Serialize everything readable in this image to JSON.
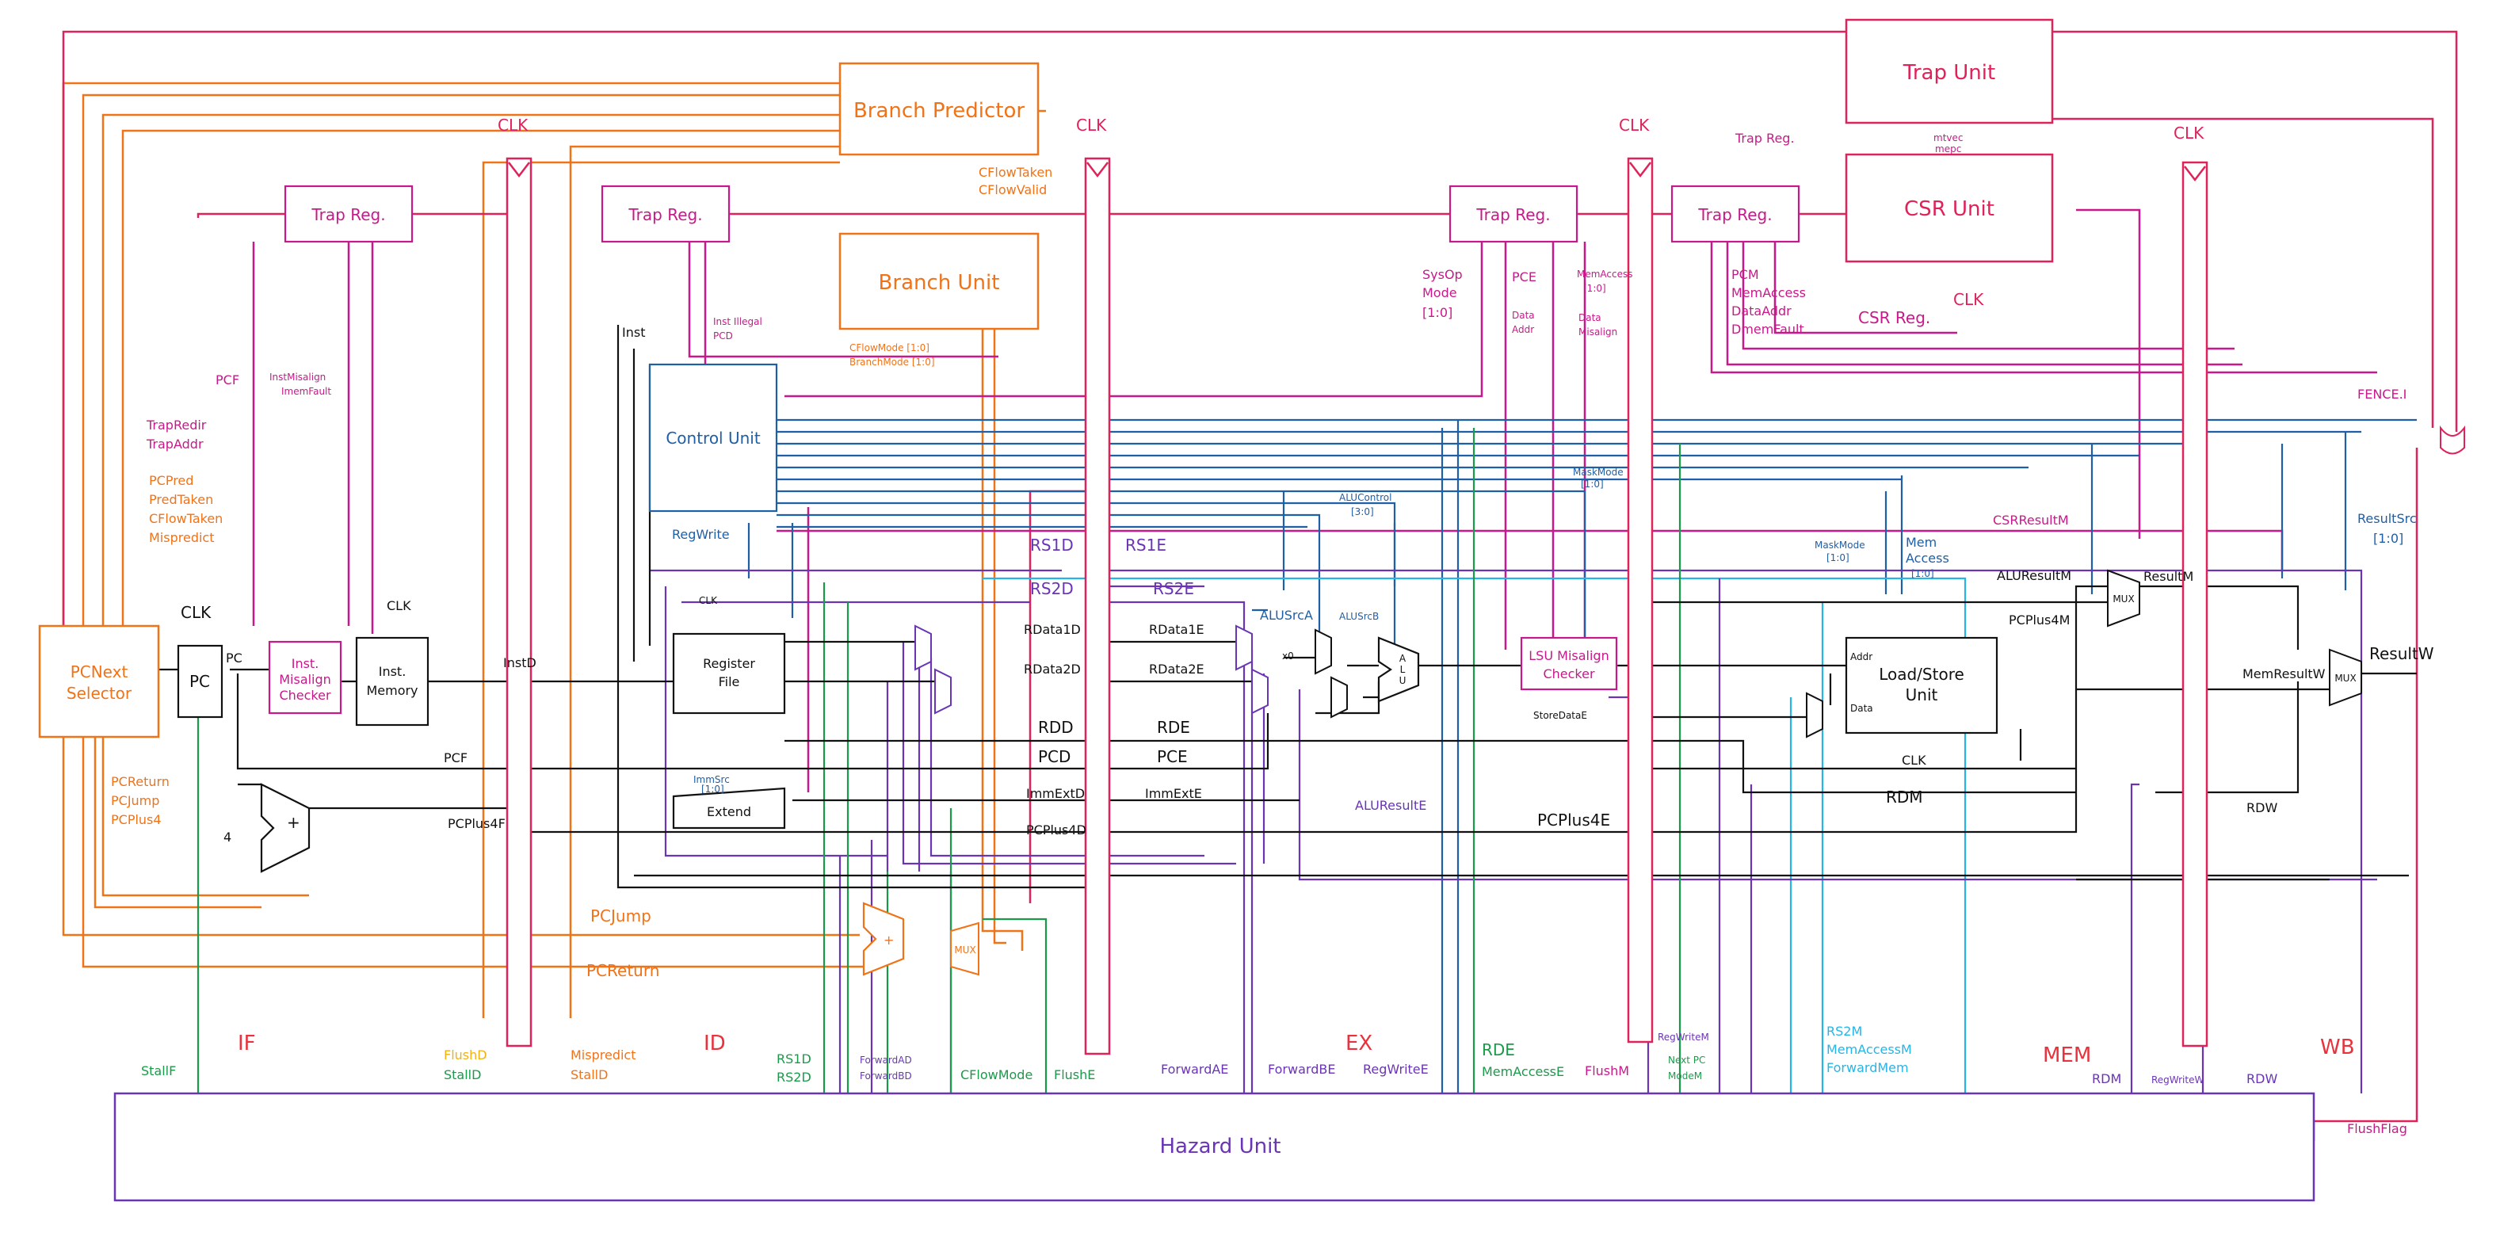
{
  "colors": {
    "orange": "#f07318",
    "crimson": "#e0225a",
    "magenta": "#c8198a",
    "blue": "#1f5fa6",
    "cyan": "#25b5e6",
    "purple": "#6a35b5",
    "green": "#1a9b4a",
    "black": "#111111",
    "red": "#e8323c",
    "yellow": "#f2b10f"
  },
  "blocks": {
    "pc_next_selector": "PCNext Selector",
    "pc": "PC",
    "inst_misalign_checker": "Inst. Misalign Checker",
    "inst_memory": "Inst. Memory",
    "register_file": "Register File",
    "control_unit": "Control Unit",
    "extend": "Extend",
    "branch_predictor": "Branch Predictor",
    "branch_unit": "Branch Unit",
    "trap_reg": "Trap Reg.",
    "trap_unit": "Trap Unit",
    "csr_unit": "CSR Unit",
    "lsu_misalign_checker": "LSU Misalign Checker",
    "load_store_unit": "Load/Store Unit",
    "alu": "ALU",
    "mux": "MUX",
    "adder": "+",
    "hazard_unit": "Hazard Unit"
  },
  "stages": {
    "if": "IF",
    "id": "ID",
    "ex": "EX",
    "mem": "MEM",
    "wb": "WB"
  },
  "clk": "CLK",
  "signals": {
    "pcf_left": "PCF",
    "trap_signals": [
      "TrapRedir",
      "TrapAddr"
    ],
    "pred_signals": [
      "PCPred",
      "PredTaken",
      "CFlowTaken",
      "Mispredict"
    ],
    "inst_misalign": [
      "InstMisalign",
      "ImemFault"
    ],
    "pc_out": "PC",
    "pcf": "PCF",
    "pcplus4f": "PCPlus4F",
    "four": "4",
    "pc_feedback": [
      "PCReturn",
      "PCJump",
      "PCPlus4"
    ],
    "instd": "InstD",
    "inst": "Inst",
    "inst_illegal": [
      "Inst Illegal",
      "PCD"
    ],
    "cflow_taken": [
      "CFlowTaken",
      "CFlowValid"
    ],
    "cflow_mode": [
      "CFlowMode [1:0]",
      "BranchMode [1:0]"
    ],
    "regwrite": "RegWrite",
    "immsrc": [
      "ImmSrc",
      "[1:0]"
    ],
    "rs1d": "RS1D",
    "rs2d": "RS2D",
    "rdata1d": "RData1D",
    "rdata2d": "RData2D",
    "rdd": "RDD",
    "pcd": "PCD",
    "immextd": "ImmExtD",
    "pcplus4d": "PCPlus4D",
    "rs1e": "RS1E",
    "rs2e": "RS2E",
    "rdata1e": "RData1E",
    "rdata2e": "RData2E",
    "rde": "RDE",
    "pce": "PCE",
    "immexte": "ImmExtE",
    "alusrca": "ALUSrcA",
    "alusrcb": "ALUSrcB",
    "alucontrol": [
      "ALUControl",
      "[3:0]"
    ],
    "zero": "x0",
    "aluresulte": "ALUResultE",
    "pcplus4e": "PCPlus4E",
    "pcjump": "PCJump",
    "pcreturn": "PCReturn",
    "sysop": [
      "SysOp",
      "Mode",
      "[1:0]"
    ],
    "pce_trap": "PCE",
    "data_addr": [
      "Data",
      "Addr"
    ],
    "memaccess": [
      "MemAccess",
      "[1:0]"
    ],
    "data_misalign": [
      "Data",
      "Misalign"
    ],
    "maskmode_top": [
      "MaskMode",
      "[1:0]"
    ],
    "storedatae": "StoreDataE",
    "trap_reg_label": "Trap Reg.",
    "pcm_group": [
      "PCM",
      "MemAccess",
      "DataAddr",
      "DmemFault"
    ],
    "csr_reg": "CSR Reg.",
    "mtvec": [
      "mtvec",
      "mepc"
    ],
    "fence_i": "FENCE.I",
    "csrresultm": "CSRResultM",
    "resultsrc": [
      "ResultSrc",
      "[1:0]"
    ],
    "maskmode_mem": [
      "MaskMode",
      "[1:0]"
    ],
    "mem_access": [
      "Mem",
      "Access",
      "[1:0]"
    ],
    "aluresultm": "ALUResultM",
    "pcplus4m": "PCPlus4M",
    "resultm": "ResultM",
    "addr": "Addr",
    "data": "Data",
    "rdm": "RDM",
    "rdw": "RDW",
    "memresultw": "MemResultW",
    "resultw": "ResultW",
    "flushflag": "FlushFlag"
  },
  "hazard": {
    "stallf": "StallF",
    "flushd": "FlushD",
    "stalld": "StallD",
    "mispredict": "Mispredict",
    "stalld2": "StallD",
    "rs1d": "RS1D",
    "rs2d": "RS2D",
    "forwardad": "ForwardAD",
    "forwardbd": "ForwardBD",
    "cflowmode": "CFlowMode",
    "flushe": "FlushE",
    "forwardae": "ForwardAE",
    "forwardbe": "ForwardBE",
    "regwritee": "RegWriteE",
    "rde": "RDE",
    "memaccesse": "MemAccessE",
    "flushm": "FlushM",
    "regwritem": "RegWriteM",
    "nextpc": "Next PC",
    "modem": "ModeM",
    "rs2m": "RS2M",
    "memaccessm": "MemAccessM",
    "forwardmem": "ForwardMem",
    "rdm": "RDM",
    "regwritew": "RegWriteW",
    "rdw": "RDW"
  }
}
